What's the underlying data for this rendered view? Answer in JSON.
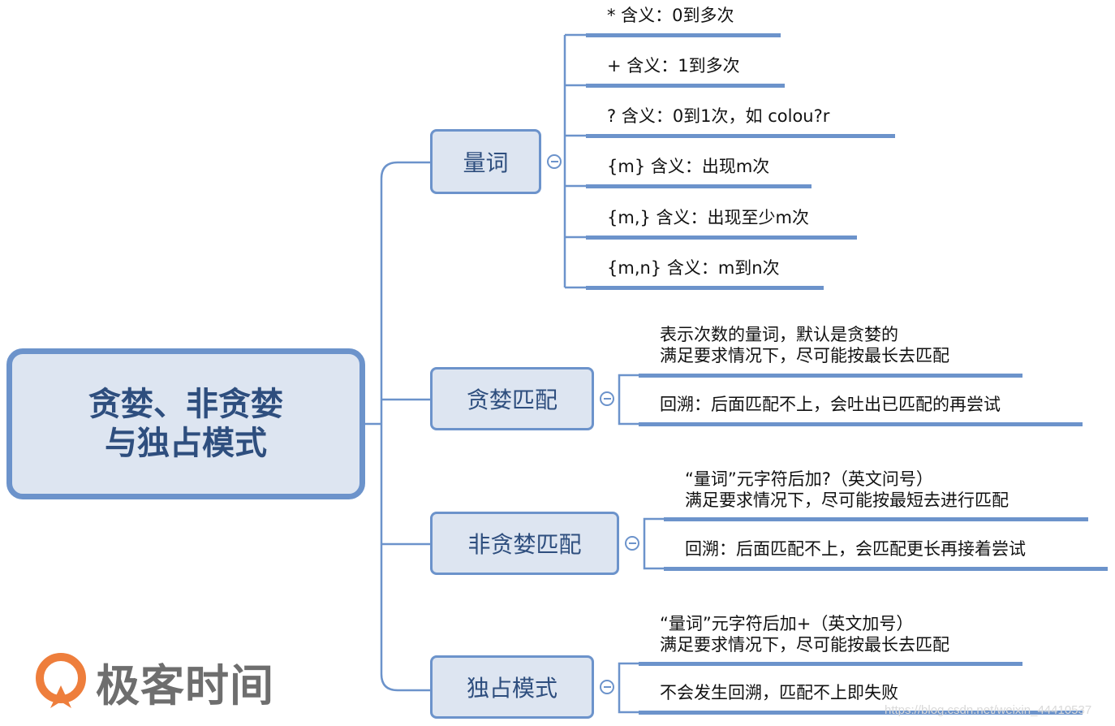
{
  "root": {
    "line1": "贪婪、非贪婪",
    "line2": "与独占模式"
  },
  "branches": [
    {
      "label": "量词",
      "leaves": [
        "* 含义：0到多次",
        "+ 含义：1到多次",
        "? 含义：0到1次，如 colou?r",
        "{m} 含义：出现m次",
        "{m,} 含义：出现至少m次",
        "{m,n} 含义：m到n次"
      ]
    },
    {
      "label": "贪婪匹配",
      "leaves": [
        [
          "表示次数的量词，默认是贪婪的",
          "满足要求情况下，尽可能按最长去匹配"
        ],
        "回溯：后面匹配不上，会吐出已匹配的再尝试"
      ]
    },
    {
      "label": "非贪婪匹配",
      "leaves": [
        [
          "“量词”元字符后加?（英文问号）",
          "满足要求情况下，尽可能按最短去进行匹配"
        ],
        "回溯：后面匹配不上，会匹配更长再接着尝试"
      ]
    },
    {
      "label": "独占模式",
      "leaves": [
        [
          "“量词”元字符后加+（英文加号）",
          "满足要求情况下，尽可能按最长去匹配"
        ],
        "不会发生回溯，匹配不上即失败"
      ]
    }
  ],
  "logo": {
    "text": "极客时间"
  },
  "watermark": "https://blog.csdn.net/weixin_44410537",
  "colors": {
    "accent": "#6c93cb",
    "node_fill": "#dde5f1",
    "node_text": "#2e4e7e"
  }
}
